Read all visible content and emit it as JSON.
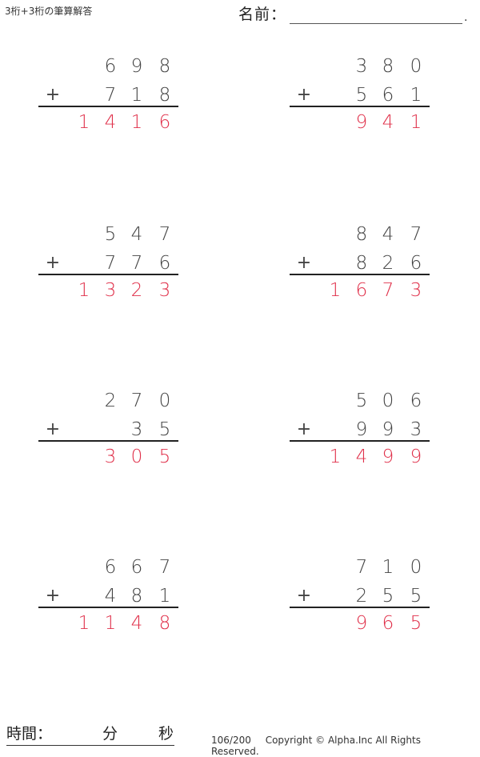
{
  "header": {
    "title": "3桁+3桁の筆算解答",
    "name_label": "名前：",
    "name_terminator": "."
  },
  "colors": {
    "text": "#444444",
    "answer": "#e0304a",
    "rule": "#222222"
  },
  "problems": [
    {
      "top": [
        "6",
        "9",
        "8"
      ],
      "bottom": [
        "7",
        "1",
        "8"
      ],
      "answer": [
        "1",
        "4",
        "1",
        "6"
      ],
      "plus": "+"
    },
    {
      "top": [
        "3",
        "8",
        "0"
      ],
      "bottom": [
        "5",
        "6",
        "1"
      ],
      "answer": [
        "",
        "9",
        "4",
        "1"
      ],
      "plus": "+"
    },
    {
      "top": [
        "5",
        "4",
        "7"
      ],
      "bottom": [
        "7",
        "7",
        "6"
      ],
      "answer": [
        "1",
        "3",
        "2",
        "3"
      ],
      "plus": "+"
    },
    {
      "top": [
        "8",
        "4",
        "7"
      ],
      "bottom": [
        "8",
        "2",
        "6"
      ],
      "answer": [
        "1",
        "6",
        "7",
        "3"
      ],
      "plus": "+"
    },
    {
      "top": [
        "2",
        "7",
        "0"
      ],
      "bottom": [
        "",
        "3",
        "5"
      ],
      "answer": [
        "",
        "3",
        "0",
        "5"
      ],
      "plus": "+"
    },
    {
      "top": [
        "5",
        "0",
        "6"
      ],
      "bottom": [
        "9",
        "9",
        "3"
      ],
      "answer": [
        "1",
        "4",
        "9",
        "9"
      ],
      "plus": "+"
    },
    {
      "top": [
        "6",
        "6",
        "7"
      ],
      "bottom": [
        "4",
        "8",
        "1"
      ],
      "answer": [
        "1",
        "1",
        "4",
        "8"
      ],
      "plus": "+"
    },
    {
      "top": [
        "7",
        "1",
        "0"
      ],
      "bottom": [
        "2",
        "5",
        "5"
      ],
      "answer": [
        "",
        "9",
        "6",
        "5"
      ],
      "plus": "+"
    }
  ],
  "footer": {
    "time_label": "時間：",
    "minutes_label": "分",
    "seconds_label": "秒",
    "page": "106/200",
    "copyright": "Copyright © Alpha.Inc All Rights Reserved."
  }
}
